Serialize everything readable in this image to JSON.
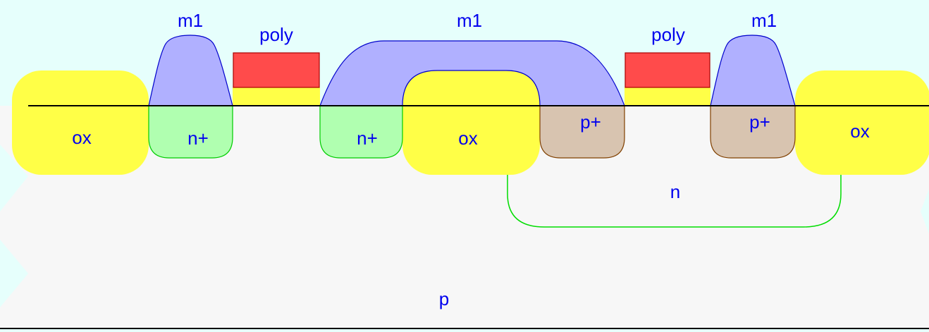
{
  "diagram": {
    "labels": {
      "metal": "m1",
      "poly": "poly",
      "oxide": "ox",
      "n_plus": "n+",
      "p_plus": "p+",
      "n_well": "n",
      "substrate": "p"
    },
    "colors": {
      "background": "#e6fffc",
      "substrate": "#f7f7f7",
      "oxide": "#ffff47",
      "metal_fill": "#b0b0ff",
      "metal_stroke": "#0000cc",
      "poly_fill": "#ff4b4b",
      "poly_stroke": "#aa0000",
      "n_plus_fill": "#b0ffb0",
      "n_plus_stroke": "#00cc00",
      "p_plus_fill": "#d8c4b0",
      "p_plus_stroke": "#804000",
      "n_well_stroke": "#00dd00",
      "surface_line": "#000000",
      "text": "#0000ee"
    }
  }
}
